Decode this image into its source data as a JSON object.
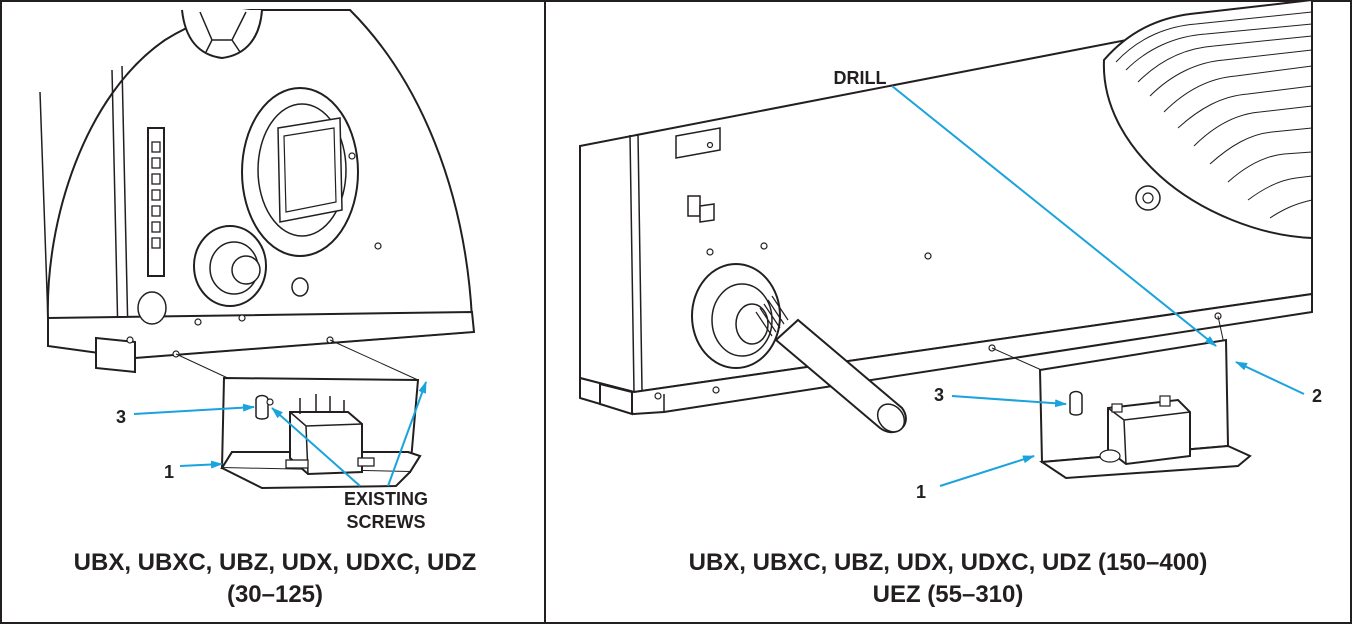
{
  "left_panel": {
    "callouts": {
      "one": "1",
      "three": "3"
    },
    "note_line1": "EXISTING",
    "note_line2": "SCREWS",
    "caption_line1": "UBX, UBXC, UBZ, UDX, UDXC, UDZ",
    "caption_line2": "(30–125)"
  },
  "right_panel": {
    "callouts": {
      "one": "1",
      "two": "2",
      "three": "3"
    },
    "drill_label": "DRILL",
    "caption_line1": "UBX, UBXC, UBZ, UDX, UDXC, UDZ (150–400)",
    "caption_line2": "UEZ (55–310)"
  },
  "colors": {
    "leader": "#1aa3dc",
    "line": "#231f20",
    "fill": "#ffffff"
  }
}
